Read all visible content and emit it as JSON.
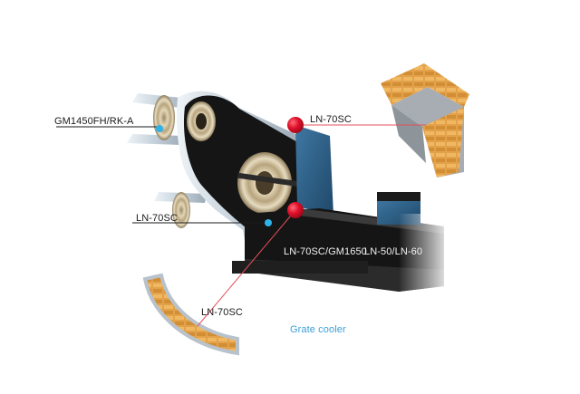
{
  "labels": {
    "gm1450": "GM1450FH/RK-A",
    "ln70sc_top": "LN-70SC",
    "ln70sc_left": "LN-70SC",
    "ln70sc_gm1650": "LN-70SC/GM1650",
    "ln50_ln60": "LN-50/LN-60",
    "ln70sc_bottom": "LN-70SC",
    "grate_cooler": "Grate cooler"
  },
  "colors": {
    "refractory_black": "#151515",
    "hood_blue": "#2d5f86",
    "shell_steel": "#c9d4de",
    "brick_orange": "#e3a24a",
    "marker_red": "#e0102a",
    "marker_blue": "#2fb3e6",
    "caption_blue": "#3aa0d8",
    "leader_red": "#e4505a"
  }
}
